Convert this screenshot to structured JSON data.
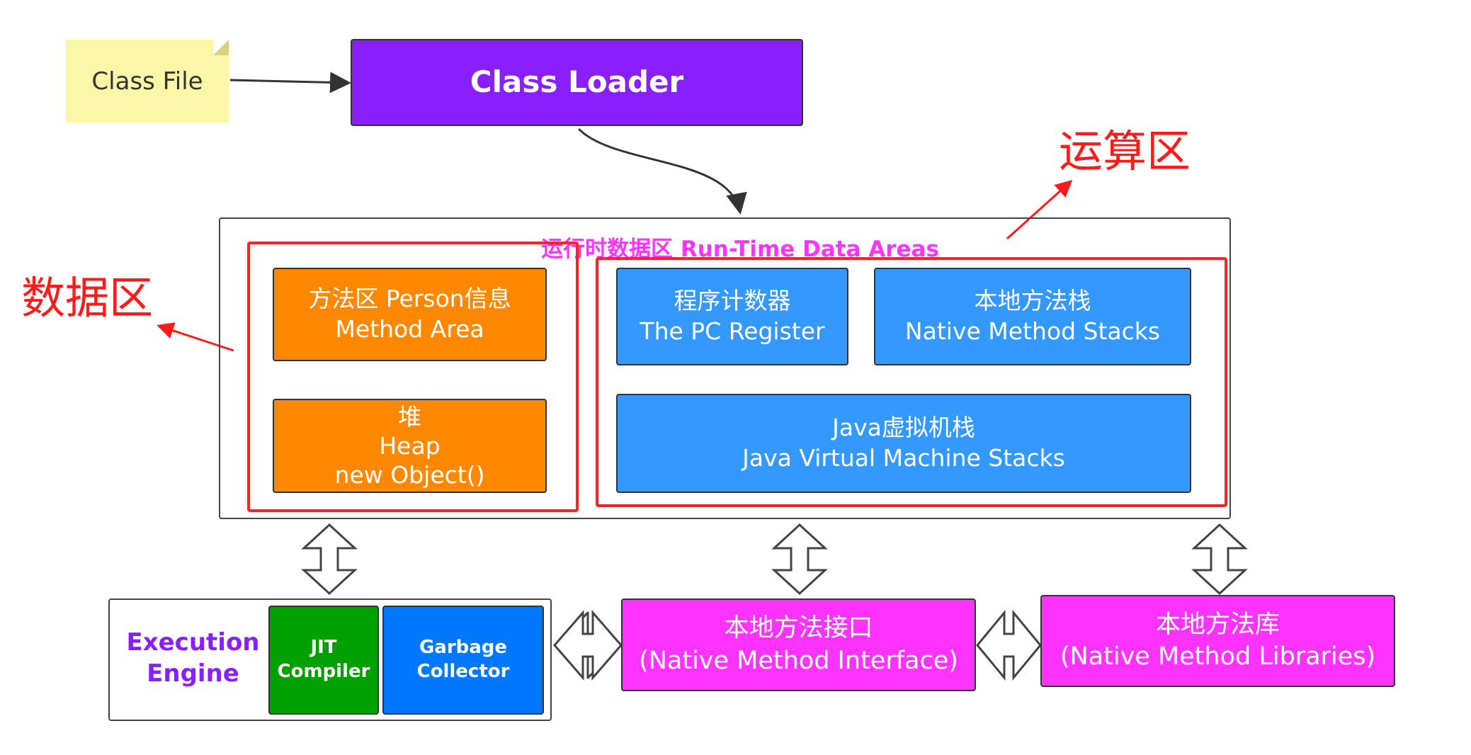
{
  "class_file": "Class File",
  "class_loader": "Class Loader",
  "runtime_area": {
    "title": "运行时数据区 Run-Time Data Areas",
    "method_area": [
      "方法区  Person信息",
      "Method Area"
    ],
    "heap": [
      "堆",
      "Heap",
      "new Object()"
    ],
    "pc_register": [
      "程序计数器",
      "The PC Register"
    ],
    "native_method_stacks": [
      "本地方法栈",
      "Native Method Stacks"
    ],
    "jvm_stacks": [
      "Java虚拟机栈",
      "Java Virtual Machine Stacks"
    ]
  },
  "annotations": {
    "data_zone": "数据区",
    "compute_zone": "运算区"
  },
  "execution_engine": {
    "label": [
      "Execution",
      "Engine"
    ],
    "jit": [
      "JIT",
      "Compiler"
    ],
    "gc": [
      "Garbage",
      "Collector"
    ]
  },
  "native_interface": [
    "本地方法接口",
    "(Native Method Interface)"
  ],
  "native_libraries": [
    "本地方法库",
    "(Native Method Libraries)"
  ],
  "colors": {
    "class_loader": "#8a1ffd",
    "data_boxes": "#ff8800",
    "compute_boxes": "#3399ff",
    "native": "#ff33ff",
    "jit": "#00a000",
    "gc": "#0077ff",
    "annotation": "#ff1a1a",
    "engine_label": "#8a1ffd"
  }
}
